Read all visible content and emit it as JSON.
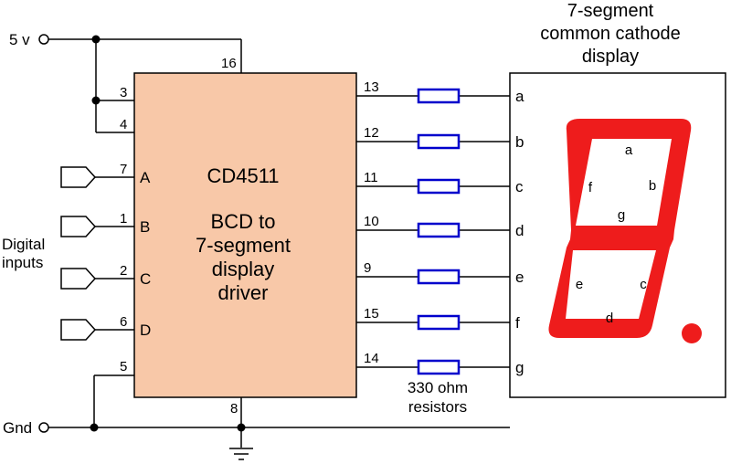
{
  "supply": {
    "vcc_label": "5 v",
    "gnd_label": "Gnd"
  },
  "inputs_label": [
    "Digital",
    "inputs"
  ],
  "chip": {
    "name": "CD4511",
    "function_lines": [
      "BCD to",
      "7-segment",
      "display",
      "driver"
    ],
    "top_pin": "16",
    "bottom_pin": "8",
    "left_pins": [
      {
        "num": "3",
        "name": ""
      },
      {
        "num": "4",
        "name": ""
      },
      {
        "num": "7",
        "name": "A"
      },
      {
        "num": "1",
        "name": "B"
      },
      {
        "num": "2",
        "name": "C"
      },
      {
        "num": "6",
        "name": "D"
      },
      {
        "num": "5",
        "name": ""
      }
    ],
    "fill_color": "#f8c8a8"
  },
  "outputs": [
    {
      "pin": "13",
      "segment": "a"
    },
    {
      "pin": "12",
      "segment": "b"
    },
    {
      "pin": "11",
      "segment": "c"
    },
    {
      "pin": "10",
      "segment": "d"
    },
    {
      "pin": "9",
      "segment": "e"
    },
    {
      "pin": "15",
      "segment": "f"
    },
    {
      "pin": "14",
      "segment": "g"
    }
  ],
  "resistors": {
    "label_lines": [
      "330 ohm",
      "resistors"
    ],
    "color": "#0000cc"
  },
  "display": {
    "title_lines": [
      "7-segment",
      "common cathode",
      "display"
    ],
    "segment_labels": {
      "a": "a",
      "b": "b",
      "c": "c",
      "d": "d",
      "e": "e",
      "f": "f",
      "g": "g"
    },
    "segment_color": "#ee1c1c"
  }
}
